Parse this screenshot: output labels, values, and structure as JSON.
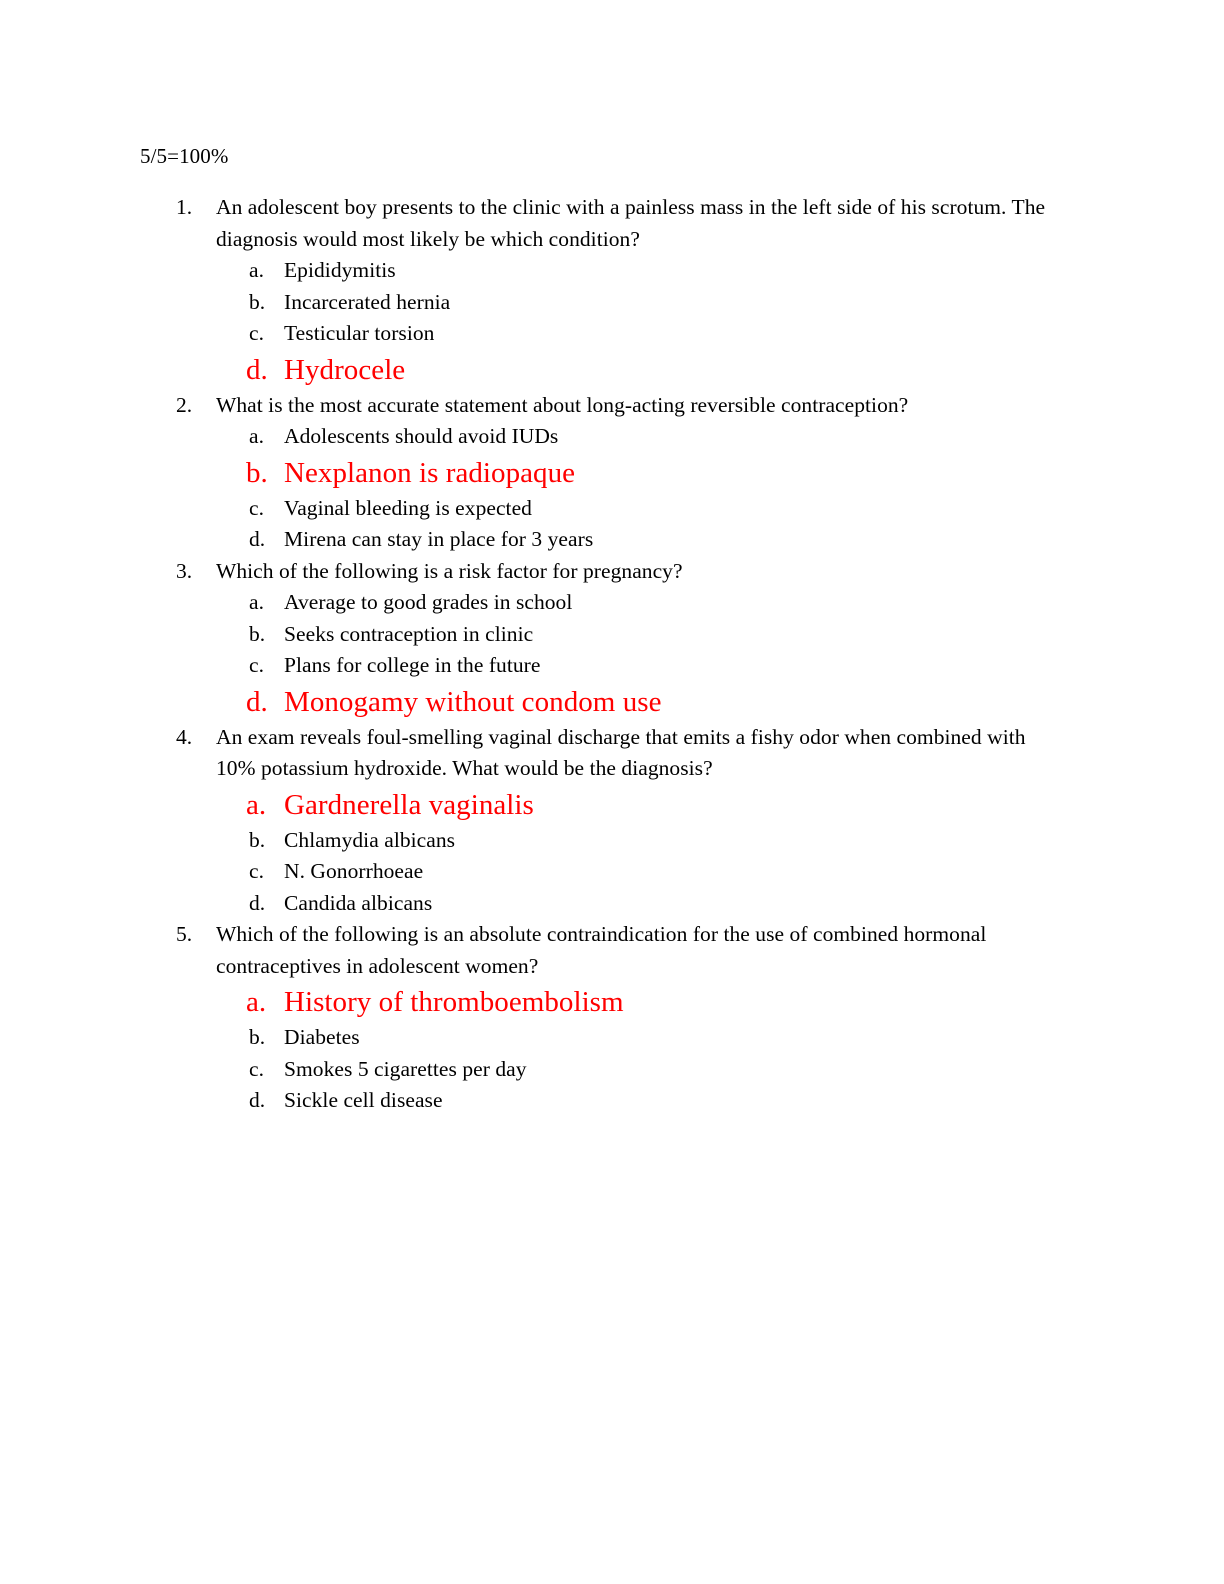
{
  "document": {
    "score_line": "5/5=100%",
    "answer_color": "#FF0000",
    "text_color": "#000000",
    "background_color": "#FFFFFF"
  },
  "questions": [
    {
      "marker": "1.",
      "text": "An adolescent boy presents to the clinic with a painless mass in the left side of his scrotum. The diagnosis would most likely be which condition?",
      "options": [
        {
          "marker": "a.",
          "text": "Epididymitis",
          "is_answer": false
        },
        {
          "marker": "b.",
          "text": "Incarcerated hernia",
          "is_answer": false
        },
        {
          "marker": "c.",
          "text": "Testicular torsion",
          "is_answer": false
        },
        {
          "marker": "d.",
          "text": "Hydrocele",
          "is_answer": true
        }
      ]
    },
    {
      "marker": "2.",
      "text": "What is the most accurate statement about long-acting reversible contraception?",
      "options": [
        {
          "marker": "a.",
          "text": "Adolescents should avoid IUDs",
          "is_answer": false
        },
        {
          "marker": "b.",
          "text": "Nexplanon is radiopaque",
          "is_answer": true
        },
        {
          "marker": "c.",
          "text": "Vaginal bleeding is expected",
          "is_answer": false
        },
        {
          "marker": "d.",
          "text": "Mirena can stay in place for 3 years",
          "is_answer": false
        }
      ]
    },
    {
      "marker": "3.",
      "text": "Which of the following is a risk factor for pregnancy?",
      "options": [
        {
          "marker": "a.",
          "text": "Average to good grades in school",
          "is_answer": false
        },
        {
          "marker": "b.",
          "text": "Seeks contraception in clinic",
          "is_answer": false
        },
        {
          "marker": "c.",
          "text": "Plans for college in the future",
          "is_answer": false
        },
        {
          "marker": "d.",
          "text": "Monogamy without condom use",
          "is_answer": true
        }
      ]
    },
    {
      "marker": "4.",
      "text": "An exam reveals foul-smelling vaginal discharge that emits a fishy odor when combined with 10% potassium hydroxide. What would be the diagnosis?",
      "options": [
        {
          "marker": "a.",
          "text": "Gardnerella vaginalis",
          "is_answer": true
        },
        {
          "marker": "b.",
          "text": "Chlamydia albicans",
          "is_answer": false
        },
        {
          "marker": "c.",
          "text": "N. Gonorrhoeae",
          "is_answer": false
        },
        {
          "marker": "d.",
          "text": "Candida albicans",
          "is_answer": false
        }
      ]
    },
    {
      "marker": "5.",
      "text": "Which of the following is an absolute contraindication for the use of combined hormonal contraceptives in adolescent women?",
      "options": [
        {
          "marker": "a.",
          "text": "History of thromboembolism",
          "is_answer": true
        },
        {
          "marker": "b.",
          "text": "Diabetes",
          "is_answer": false
        },
        {
          "marker": "c.",
          "text": "Smokes 5 cigarettes per day",
          "is_answer": false
        },
        {
          "marker": "d.",
          "text": "Sickle cell disease",
          "is_answer": false
        }
      ]
    }
  ]
}
